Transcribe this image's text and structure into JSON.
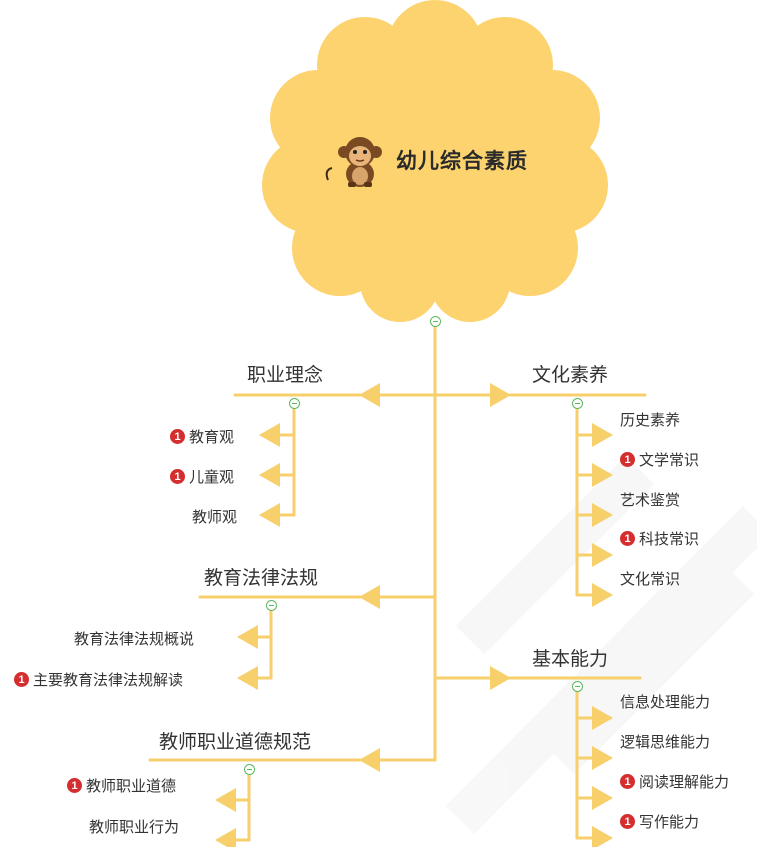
{
  "colors": {
    "accent": "#f5c24a",
    "line": "#f7cf6b",
    "badge": "#d42e2e",
    "collapse": "#5cb85c"
  },
  "root": {
    "title": "幼儿综合素质",
    "icon": "monkey-icon"
  },
  "topics": {
    "zhiye": {
      "label": "职业理念",
      "leaves": [
        {
          "label": "教育观",
          "badge": "1"
        },
        {
          "label": "儿童观",
          "badge": "1"
        },
        {
          "label": "教师观",
          "badge": ""
        }
      ]
    },
    "falv": {
      "label": "教育法律法规",
      "leaves": [
        {
          "label": "教育法律法规概说",
          "badge": ""
        },
        {
          "label": "主要教育法律法规解读",
          "badge": "1"
        }
      ]
    },
    "daode": {
      "label": "教师职业道德规范",
      "leaves": [
        {
          "label": "教师职业道德",
          "badge": "1"
        },
        {
          "label": "教师职业行为",
          "badge": ""
        }
      ]
    },
    "wenhua": {
      "label": "文化素养",
      "leaves": [
        {
          "label": "历史素养",
          "badge": ""
        },
        {
          "label": "文学常识",
          "badge": "1"
        },
        {
          "label": "艺术鉴赏",
          "badge": ""
        },
        {
          "label": "科技常识",
          "badge": "1"
        },
        {
          "label": "文化常识",
          "badge": ""
        }
      ]
    },
    "nengli": {
      "label": "基本能力",
      "leaves": [
        {
          "label": "信息处理能力",
          "badge": ""
        },
        {
          "label": "逻辑思维能力",
          "badge": ""
        },
        {
          "label": "阅读理解能力",
          "badge": "1"
        },
        {
          "label": "写作能力",
          "badge": "1"
        }
      ]
    }
  }
}
